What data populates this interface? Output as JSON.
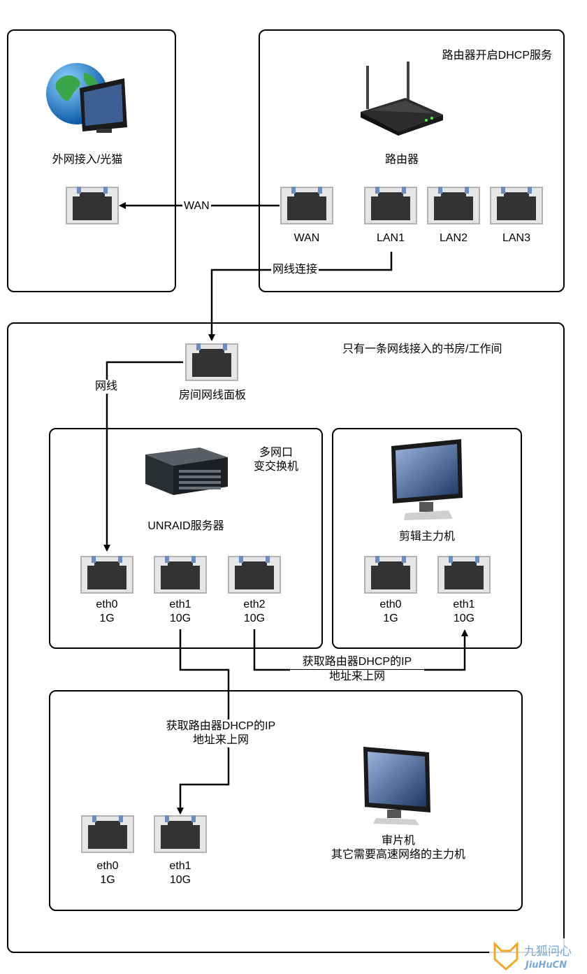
{
  "boxes": {
    "isp": {
      "title": "外网接入/光猫"
    },
    "router": {
      "note": "路由器开启DHCP服务",
      "title": "路由器",
      "ports": [
        "WAN",
        "LAN1",
        "LAN2",
        "LAN3"
      ]
    },
    "study": {
      "note": "只有一条网线接入的书房/工作间",
      "panel": "房间网线面板"
    },
    "server": {
      "note_line1": "多网口",
      "note_line2": "变交换机",
      "title": "UNRAID服务器",
      "ports": [
        {
          "name": "eth0",
          "speed": "1G"
        },
        {
          "name": "eth1",
          "speed": "10G"
        },
        {
          "name": "eth2",
          "speed": "10G"
        }
      ]
    },
    "editor": {
      "title": "剪辑主力机",
      "ports": [
        {
          "name": "eth0",
          "speed": "1G"
        },
        {
          "name": "eth1",
          "speed": "10G"
        }
      ]
    },
    "review": {
      "title_line1": "审片机",
      "title_line2": "其它需要高速网络的主力机",
      "ports": [
        {
          "name": "eth0",
          "speed": "1G"
        },
        {
          "name": "eth1",
          "speed": "10G"
        }
      ]
    }
  },
  "edges": {
    "wan": "WAN",
    "cable_connect": "网线连接",
    "cable": "网线",
    "dhcp_editor_line1": "获取路由器DHCP的IP",
    "dhcp_editor_line2": "地址来上网",
    "dhcp_review_line1": "获取路由器DHCP的IP",
    "dhcp_review_line2": "地址来上网"
  },
  "watermark": "九狐问心 JiuHuCN",
  "colors": {
    "port_frame": "#b3b3b3",
    "port_body": "#333333",
    "port_pin": "#6c8ebf",
    "line": "#000000"
  }
}
